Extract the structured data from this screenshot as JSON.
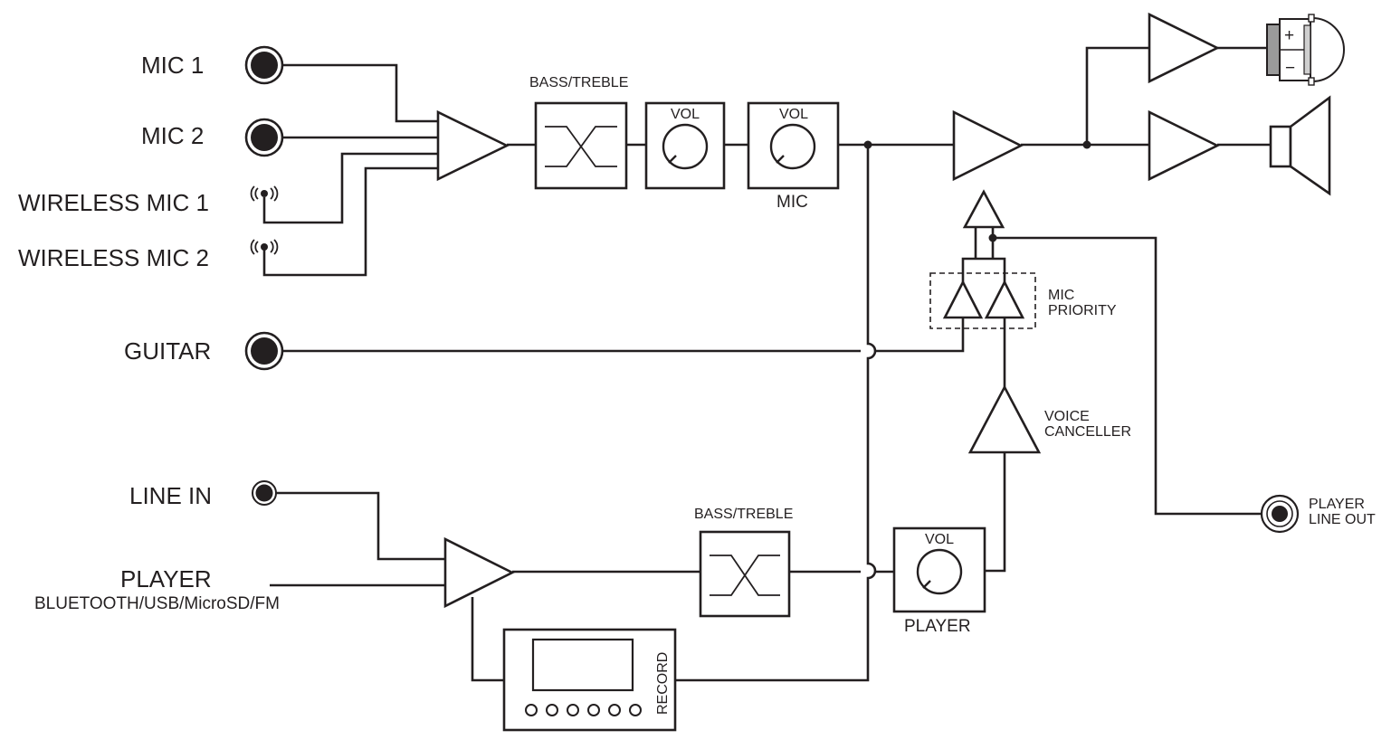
{
  "inputs": {
    "mic1": "MIC 1",
    "mic2": "MIC 2",
    "wireless1": "WIRELESS MIC 1",
    "wireless2": "WIRELESS MIC 2",
    "guitar": "GUITAR",
    "line_in": "LINE IN",
    "player": "PLAYER",
    "player_sources": "BLUETOOTH/USB/MicroSD/FM"
  },
  "blocks": {
    "bass_treble_top": "BASS/TREBLE",
    "vol_1": "VOL",
    "vol_mic": "VOL",
    "mic_caption": "MIC",
    "bass_treble_bottom": "BASS/TREBLE",
    "vol_player": "VOL",
    "player_caption": "PLAYER",
    "record": "RECORD",
    "mic_priority_line1": "MIC",
    "mic_priority_line2": "PRIORITY",
    "voice_canceller_line1": "VOICE",
    "voice_canceller_line2": "CANCELLER"
  },
  "outputs": {
    "line_out_line1": "PLAYER",
    "line_out_line2": "LINE OUT",
    "battery_plus": "+",
    "battery_minus": "−"
  },
  "icons": {
    "input_jack": "jack-socket-icon",
    "wireless": "radio-wave-icon",
    "knob": "rotary-knob-icon",
    "eq": "bass-treble-crossover-icon",
    "amplifier": "amplifier-triangle-icon",
    "speaker": "speaker-icon",
    "battery_light": "battery-lamp-icon"
  }
}
